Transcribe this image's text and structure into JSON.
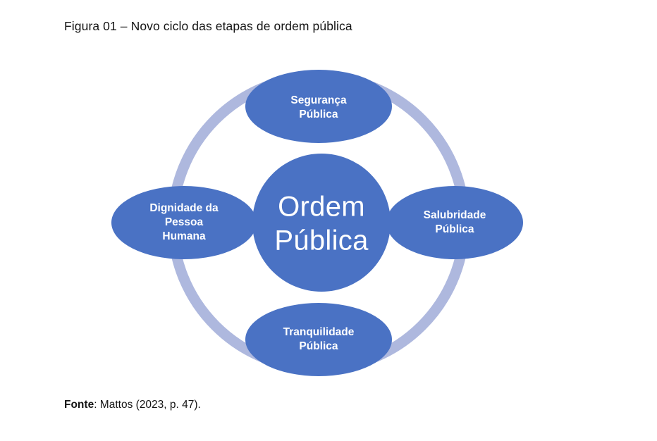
{
  "figure": {
    "caption": "Figura 01 – Novo ciclo das etapas de ordem pública",
    "source_prefix": "Fonte",
    "source_text": ": Mattos (2023, p. 47)."
  },
  "colors": {
    "node_fill": "#4a72c4",
    "ring_stroke": "#aeb8de",
    "node_text": "#ffffff",
    "background": "#ffffff",
    "caption_text": "#141414"
  },
  "diagram": {
    "type": "cycle",
    "center": {
      "name": "center-node",
      "line1": "Ordem",
      "line2": "Pública"
    },
    "nodes": [
      {
        "position": "top",
        "name": "node-seguranca-publica",
        "lines": [
          "Segurança",
          "Pública"
        ]
      },
      {
        "position": "right",
        "name": "node-salubridade-publica",
        "lines": [
          "Salubridade",
          "Pública"
        ]
      },
      {
        "position": "bottom",
        "name": "node-tranquilidade-publica",
        "lines": [
          "Tranquilidade",
          "Pública"
        ]
      },
      {
        "position": "left",
        "name": "node-dignidade-pessoa-humana",
        "lines": [
          "Dignidade da",
          "Pessoa",
          "Humana"
        ]
      }
    ]
  }
}
